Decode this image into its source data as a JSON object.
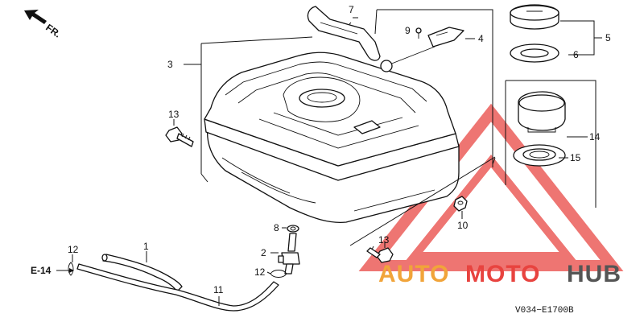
{
  "diagram": {
    "direction_label": "FR.",
    "ref_label": "E-14",
    "diagram_code": "V034−E1700B",
    "part_numbers": {
      "p1": "1",
      "p2": "2",
      "p3": "3",
      "p4": "4",
      "p5": "5",
      "p6": "6",
      "p7": "7",
      "p8": "8",
      "p9": "9",
      "p10": "10",
      "p11": "11",
      "p12a": "12",
      "p12b": "12",
      "p13a": "13",
      "p13b": "13",
      "p14": "14",
      "p15": "15"
    }
  },
  "watermark": {
    "word_auto": "AUTO",
    "word_moto": "MOTO",
    "word_hub": "HUB",
    "color_primary": "#e8433f",
    "color_secondary": "#f1a43a",
    "color_dark": "#555555"
  }
}
